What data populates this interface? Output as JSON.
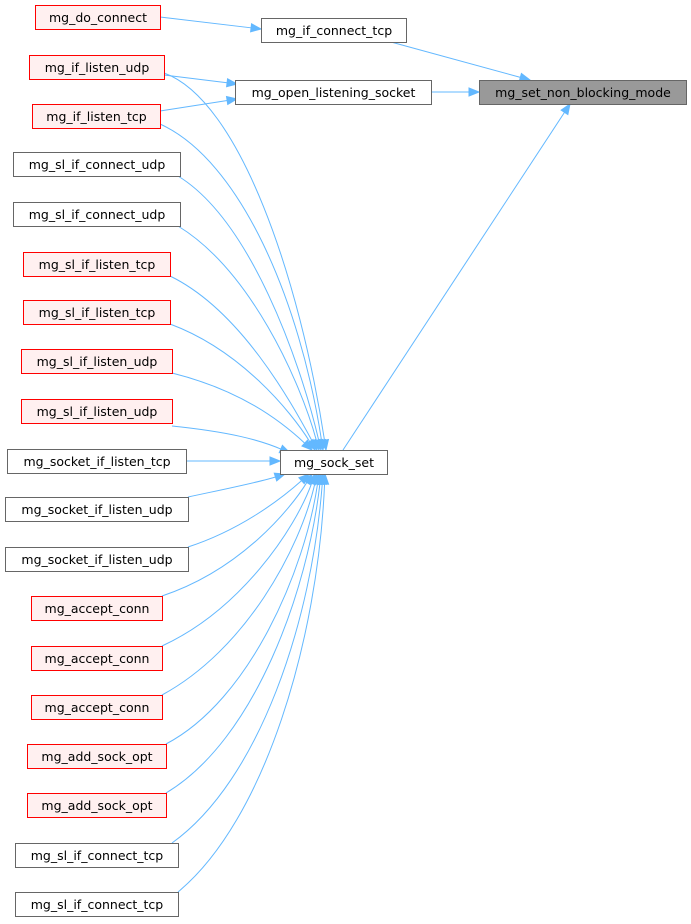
{
  "colors": {
    "edge": "#63b8ff",
    "highlight_fill": "#999999",
    "highlight_border": "#666666",
    "red_border": "#ff0000",
    "red_fill": "#fff0f0",
    "normal_border": "#666666",
    "normal_fill": "#ffffff"
  },
  "nodes": [
    {
      "id": "n_target",
      "label": "mg_set_non_blocking_mode",
      "style": "highlight"
    },
    {
      "id": "n_if_connect_tcp",
      "label": "mg_if_connect_tcp",
      "style": "normal"
    },
    {
      "id": "n_open_listening",
      "label": "mg_open_listening_socket",
      "style": "normal"
    },
    {
      "id": "n_sock_set",
      "label": "mg_sock_set",
      "style": "normal"
    },
    {
      "id": "n_do_connect",
      "label": "mg_do_connect",
      "style": "red"
    },
    {
      "id": "n_if_listen_udp",
      "label": "mg_if_listen_udp",
      "style": "red"
    },
    {
      "id": "n_if_listen_tcp",
      "label": "mg_if_listen_tcp",
      "style": "red"
    },
    {
      "id": "n_sl_connect_udp_1",
      "label": "mg_sl_if_connect_udp",
      "style": "normal"
    },
    {
      "id": "n_sl_connect_udp_2",
      "label": "mg_sl_if_connect_udp",
      "style": "normal"
    },
    {
      "id": "n_sl_listen_tcp_1",
      "label": "mg_sl_if_listen_tcp",
      "style": "red"
    },
    {
      "id": "n_sl_listen_tcp_2",
      "label": "mg_sl_if_listen_tcp",
      "style": "red"
    },
    {
      "id": "n_sl_listen_udp_1",
      "label": "mg_sl_if_listen_udp",
      "style": "red"
    },
    {
      "id": "n_sl_listen_udp_2",
      "label": "mg_sl_if_listen_udp",
      "style": "red"
    },
    {
      "id": "n_socket_listen_tcp",
      "label": "mg_socket_if_listen_tcp",
      "style": "normal"
    },
    {
      "id": "n_socket_listen_udp_1",
      "label": "mg_socket_if_listen_udp",
      "style": "normal"
    },
    {
      "id": "n_socket_listen_udp_2",
      "label": "mg_socket_if_listen_udp",
      "style": "normal"
    },
    {
      "id": "n_accept_conn_1",
      "label": "mg_accept_conn",
      "style": "red"
    },
    {
      "id": "n_accept_conn_2",
      "label": "mg_accept_conn",
      "style": "red"
    },
    {
      "id": "n_accept_conn_3",
      "label": "mg_accept_conn",
      "style": "red"
    },
    {
      "id": "n_add_sock_opt_1",
      "label": "mg_add_sock_opt",
      "style": "red"
    },
    {
      "id": "n_add_sock_opt_2",
      "label": "mg_add_sock_opt",
      "style": "red"
    },
    {
      "id": "n_sl_connect_tcp_1",
      "label": "mg_sl_if_connect_tcp",
      "style": "normal"
    },
    {
      "id": "n_sl_connect_tcp_2",
      "label": "mg_sl_if_connect_tcp",
      "style": "normal"
    }
  ],
  "edges": [
    {
      "from": "n_do_connect",
      "to": "n_if_connect_tcp"
    },
    {
      "from": "n_if_connect_tcp",
      "to": "n_target"
    },
    {
      "from": "n_open_listening",
      "to": "n_target"
    },
    {
      "from": "n_sock_set",
      "to": "n_target"
    },
    {
      "from": "n_if_listen_udp",
      "to": "n_open_listening"
    },
    {
      "from": "n_if_listen_tcp",
      "to": "n_open_listening"
    },
    {
      "from": "n_if_listen_udp",
      "to": "n_sock_set"
    },
    {
      "from": "n_if_listen_tcp",
      "to": "n_sock_set"
    },
    {
      "from": "n_sl_connect_udp_1",
      "to": "n_sock_set"
    },
    {
      "from": "n_sl_connect_udp_2",
      "to": "n_sock_set"
    },
    {
      "from": "n_sl_listen_tcp_1",
      "to": "n_sock_set"
    },
    {
      "from": "n_sl_listen_tcp_2",
      "to": "n_sock_set"
    },
    {
      "from": "n_sl_listen_udp_1",
      "to": "n_sock_set"
    },
    {
      "from": "n_sl_listen_udp_2",
      "to": "n_sock_set"
    },
    {
      "from": "n_socket_listen_tcp",
      "to": "n_sock_set"
    },
    {
      "from": "n_socket_listen_udp_1",
      "to": "n_sock_set"
    },
    {
      "from": "n_socket_listen_udp_2",
      "to": "n_sock_set"
    },
    {
      "from": "n_accept_conn_1",
      "to": "n_sock_set"
    },
    {
      "from": "n_accept_conn_2",
      "to": "n_sock_set"
    },
    {
      "from": "n_accept_conn_3",
      "to": "n_sock_set"
    },
    {
      "from": "n_add_sock_opt_1",
      "to": "n_sock_set"
    },
    {
      "from": "n_add_sock_opt_2",
      "to": "n_sock_set"
    },
    {
      "from": "n_sl_connect_tcp_1",
      "to": "n_sock_set"
    },
    {
      "from": "n_sl_connect_tcp_2",
      "to": "n_sock_set"
    }
  ]
}
